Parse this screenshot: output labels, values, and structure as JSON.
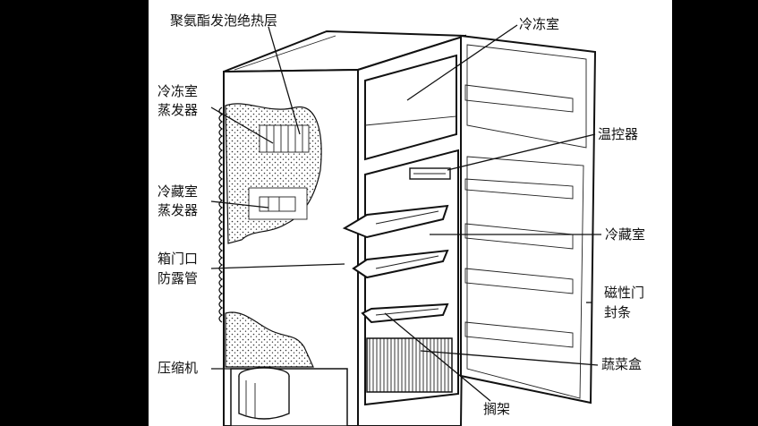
{
  "labels": {
    "insulation": "聚氨酯发泡绝热层",
    "freezer_evap_1": "冷冻室",
    "freezer_evap_2": "蒸发器",
    "fridge_evap_1": "冷藏室",
    "fridge_evap_2": "蒸发器",
    "door_pipe_1": "箱门口",
    "door_pipe_2": "防露管",
    "compressor": "压缩机",
    "freezer": "冷冻室",
    "thermostat": "温控器",
    "fridge": "冷藏室",
    "gasket_1": "磁性门",
    "gasket_2": "封条",
    "crisper": "蔬菜盒",
    "shelf": "搁架"
  }
}
